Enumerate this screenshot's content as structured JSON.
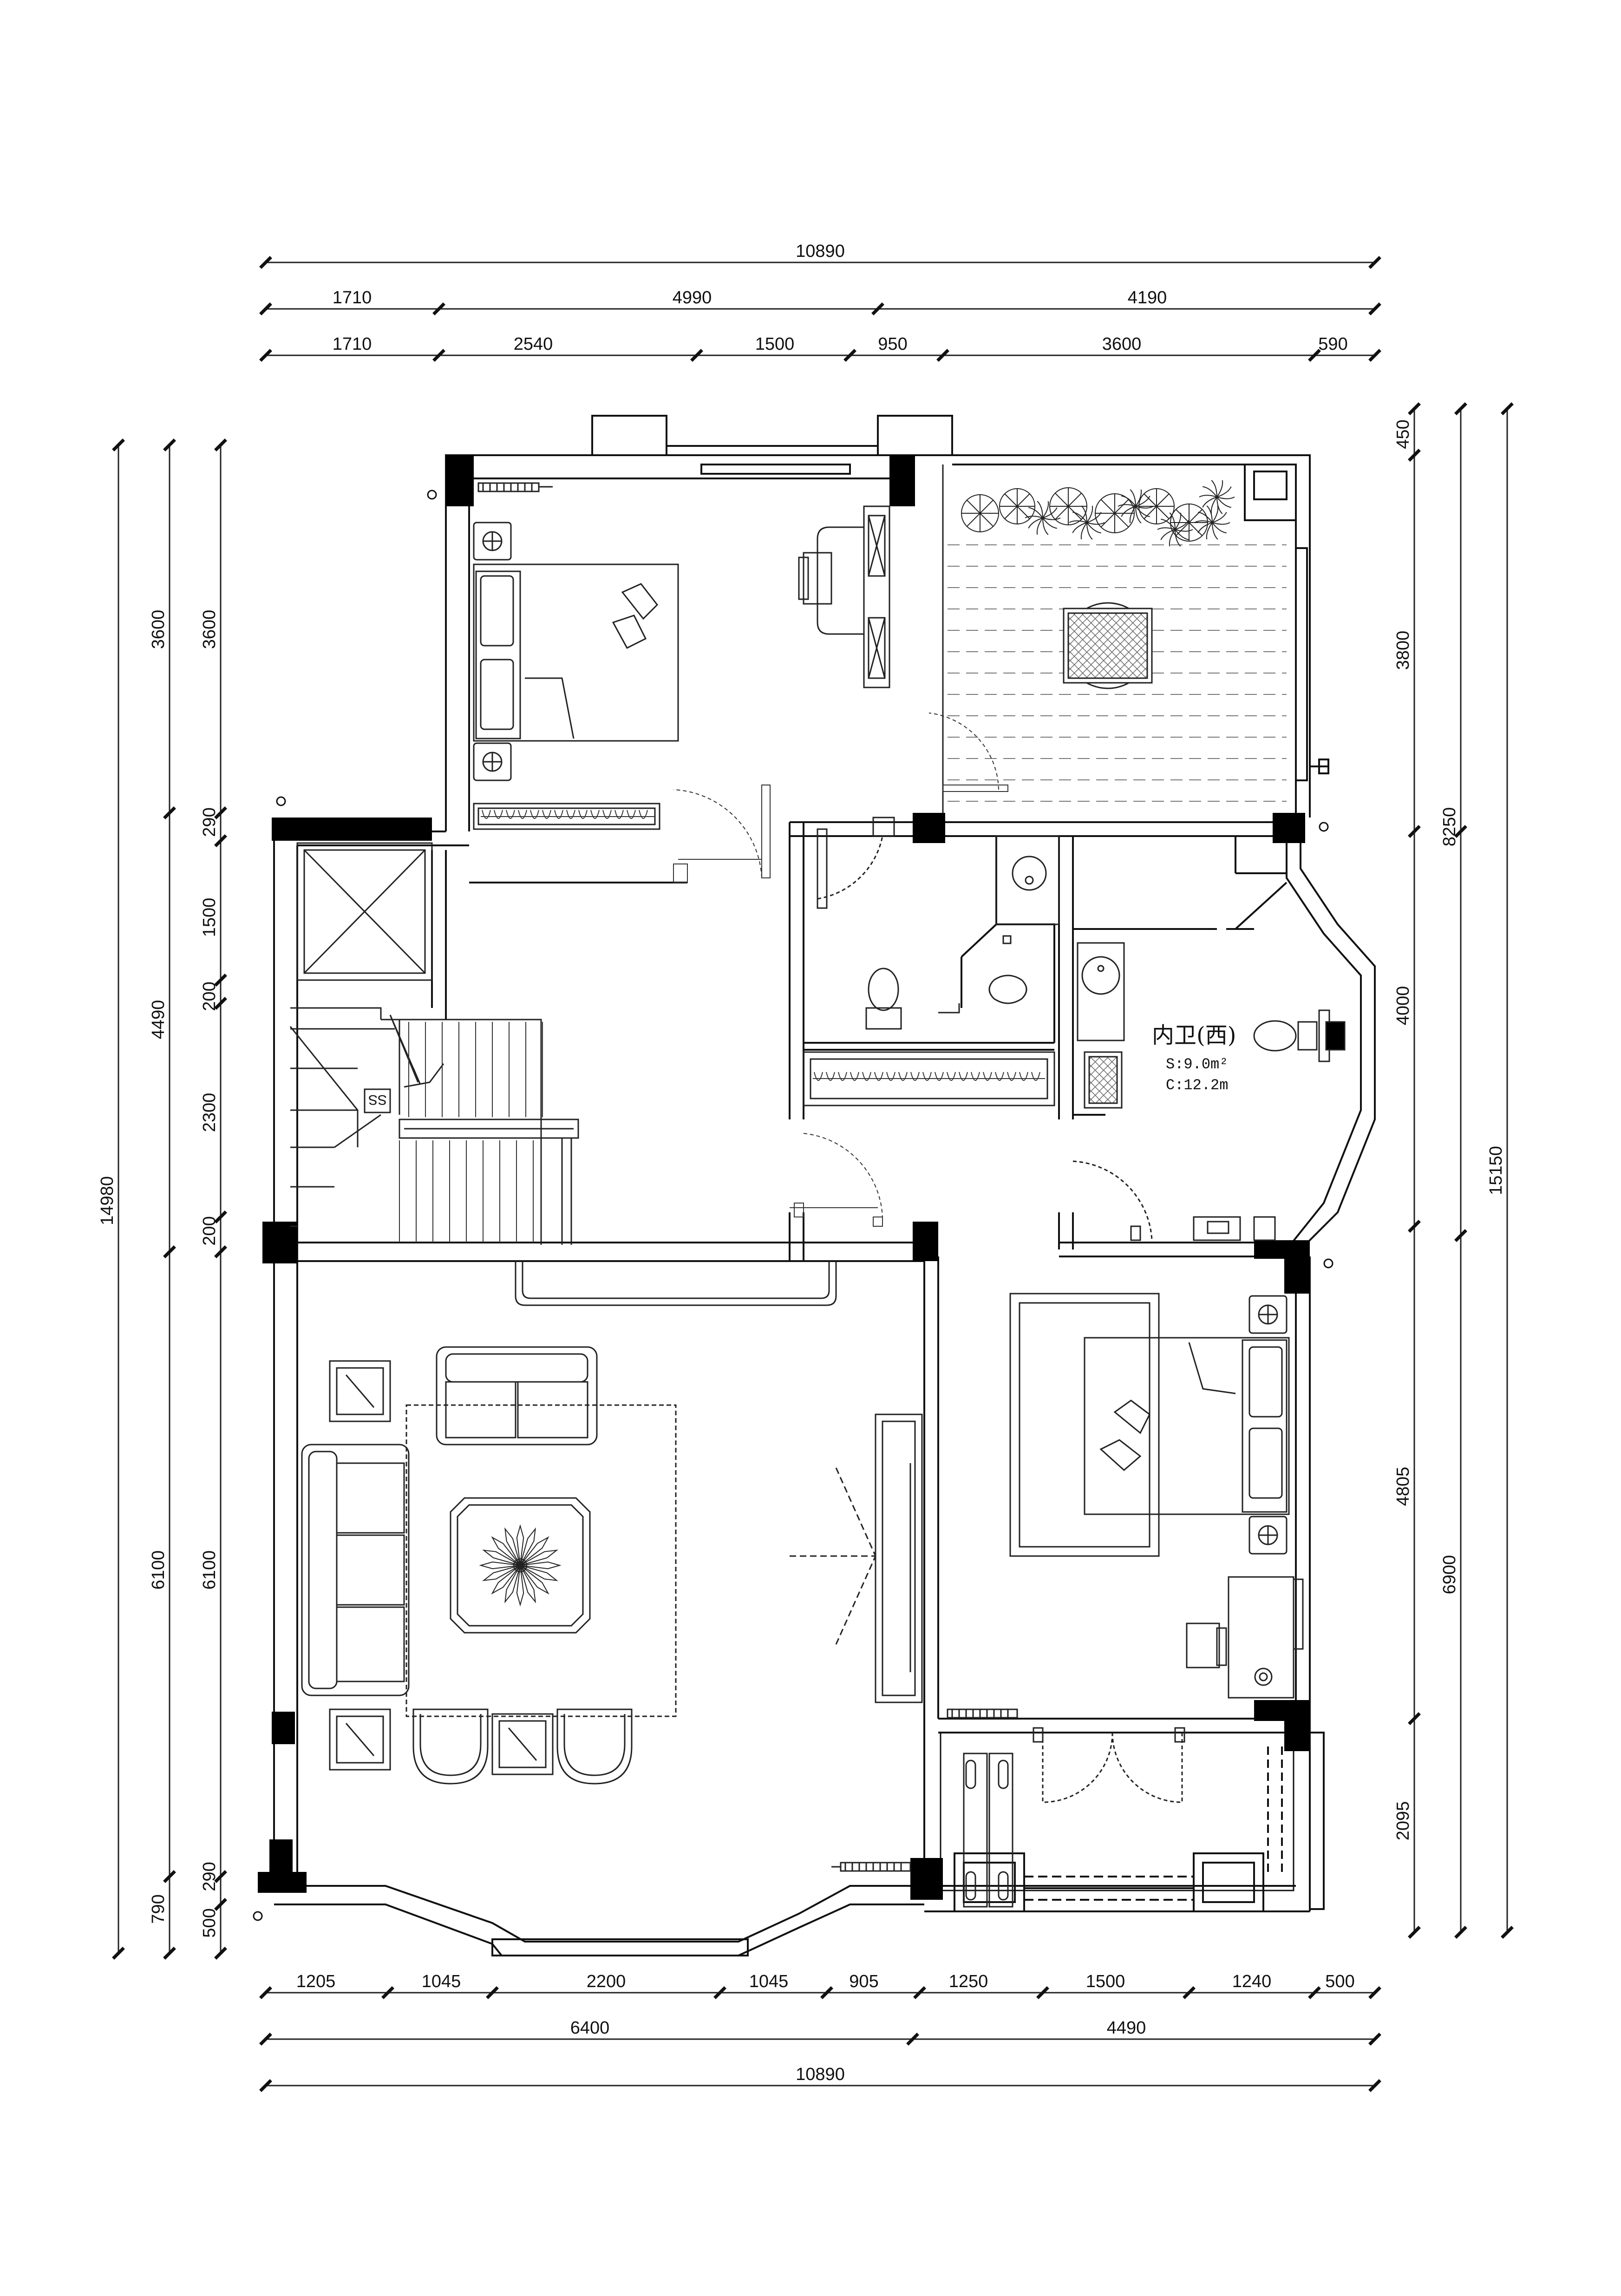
{
  "dimensions": {
    "top": {
      "total": "10890",
      "mid": [
        "1710",
        "4990",
        "4190"
      ],
      "detail": [
        "1710",
        "2540",
        "1500",
        "950",
        "3600",
        "590"
      ]
    },
    "bottom": {
      "detail": [
        "1205",
        "1045",
        "2200",
        "1045",
        "905",
        "1250",
        "1500",
        "1240",
        "500"
      ],
      "mid": [
        "6400",
        "4490"
      ],
      "total": "10890"
    },
    "left": {
      "total": "14980",
      "mid": [
        "3600",
        "4490",
        "6100",
        "790"
      ],
      "detail": [
        "3600",
        "290",
        "1500",
        "200",
        "2300",
        "200",
        "6100",
        "290",
        "500"
      ]
    },
    "right": {
      "total": "15150",
      "mid": [
        "8250",
        "6900"
      ],
      "detail": [
        "450",
        "3800",
        "4000",
        "4805",
        "2095"
      ]
    }
  },
  "room_label": {
    "name": "内卫(西)",
    "area": "S:9.0m²",
    "perimeter": "C:12.2m"
  },
  "stair_mark": "SS"
}
